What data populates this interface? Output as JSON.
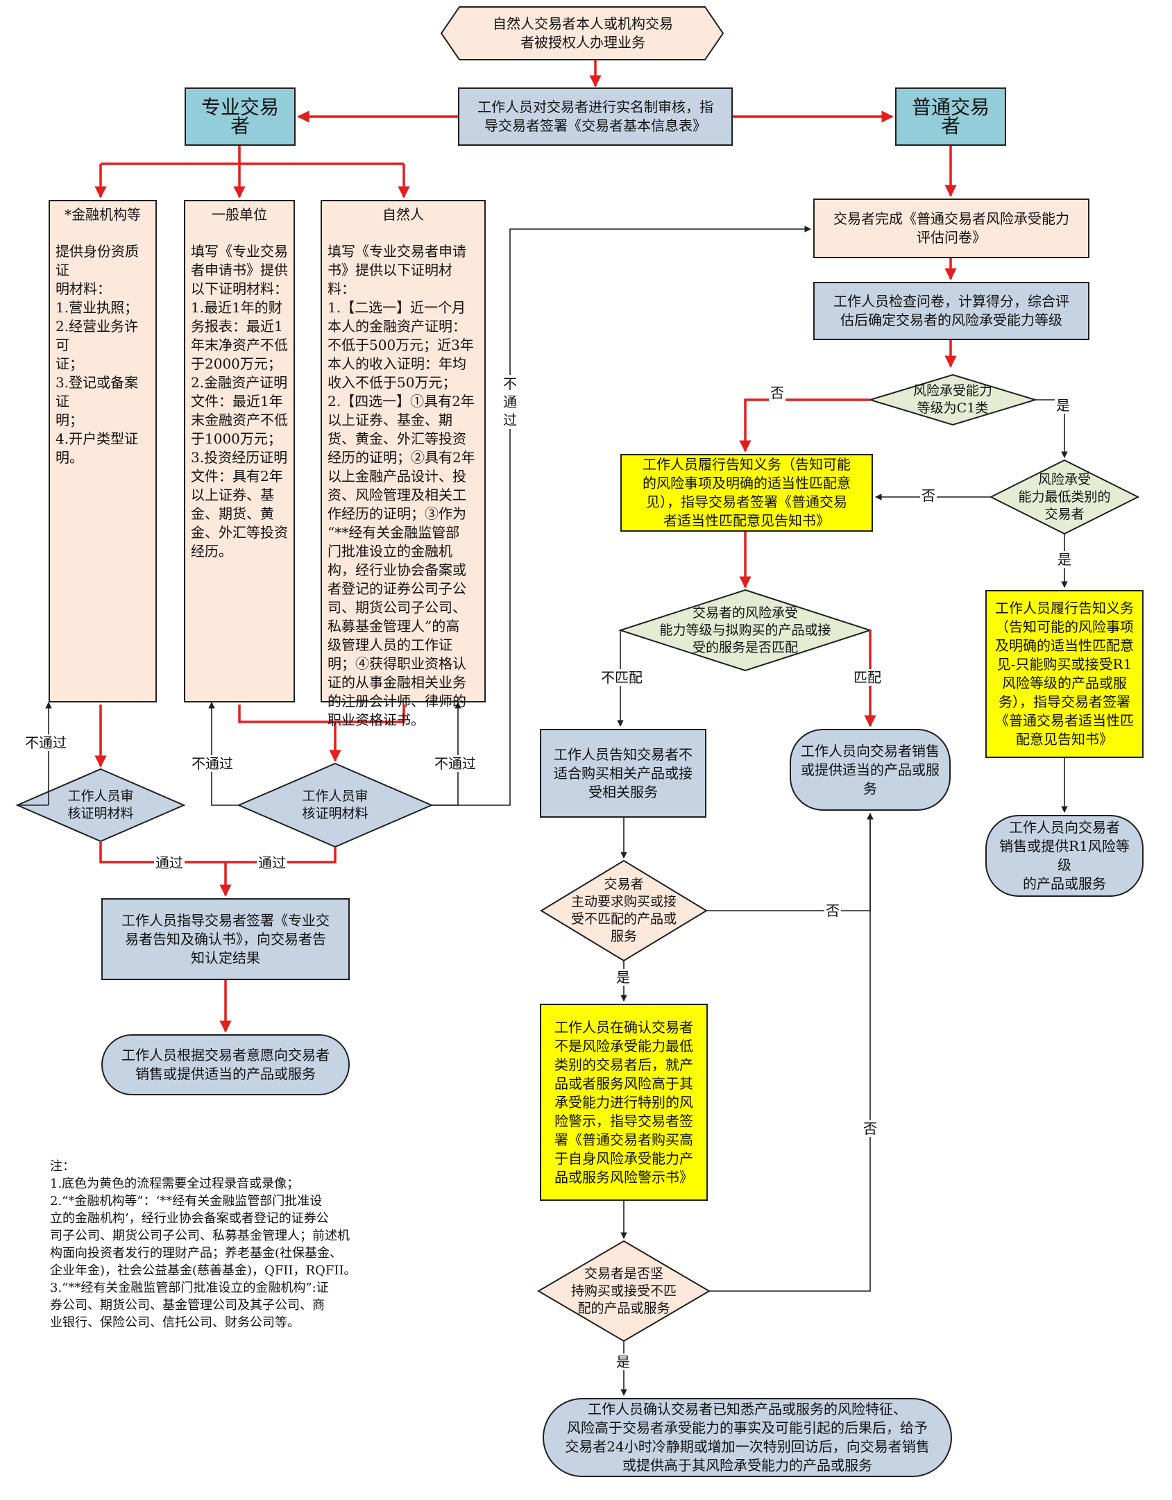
{
  "start": "自然人交易者本人或机构交易\n者被授权人办理业务",
  "verify": "工作人员对交易者进行实名制审核，指\n导交易者签署《交易者基本信息表》",
  "professional": "专业交易者",
  "ordinary": "普通交易者",
  "col_fin": {
    "title": "*金融机构等",
    "body": "提供身份资质证\n明材料：\n1.营业执照；\n2.经营业务许可\n证；\n3.登记或备案证\n明；\n4.开户类型证\n明。"
  },
  "col_gen": {
    "title": "一般单位",
    "body": "填写《专业交易\n者申请书》提供\n以下证明材料：\n1.最近1年的财\n务报表：最近1\n年末净资产不低\n于2000万元；\n2.金融资产证明\n文件：最近1年\n末金融资产不低\n于1000万元；\n3.投资经历证明\n文件：具有2年\n以上证券、基\n金、期货、黄\n金、外汇等投资\n经历。"
  },
  "col_nat": {
    "title": "自然人",
    "body": "填写《专业交易者申请\n书》提供以下证明材料：\n1.【二选一】近一个月\n本人的金融资产证明：\n不低于500万元；近3年\n本人的收入证明：年均\n收入不低于50万元；\n2.【四选一】①具有2年\n以上证券、基金、期\n货、黄金、外汇等投资\n经历的证明；②具有2年\n以上金融产品设计、投\n资、风险管理及相关工\n作经历的证明；③作为\n“**经有关金融监管部\n门批准设立的金融机\n构，经行业协会备案或\n者登记的证券公司子公\n司、期货公司子公司、\n私募基金管理人”的高\n级管理人员的工作证\n明；④获得职业资格认\n证的从事金融相关业务\n的注册会计师、律师的\n职业资格证书。"
  },
  "review1": "工作人员审\n核证明材料",
  "review2": "工作人员审\n核证明材料",
  "confirm_book": "工作人员指导交易者签署《专业交\n易者告知及确认书》，向交易者告\n知认定结果",
  "end_prof": "工作人员根据交易者意愿向交易者\n销售或提供适当的产品或服务",
  "questionnaire": "交易者完成《普通交易者风险承受能力\n评估问卷》",
  "grade": "工作人员检查问卷，计算得分，综合评\n估后确定交易者的风险承受能力等级",
  "d_c1": "风险承受能力\n等级为C1类",
  "d_lowest": "风险承受\n能力最低类别的\n交易者",
  "notify_match": "工作人员履行告知义务（告知可能\n的风险事项及明确的适当性匹配意\n见），指导交易者签署《普通交易\n者适当性匹配意见告知书》",
  "notify_r1": "工作人员履行告知义务\n（告知可能的风险事项\n及明确的适当性匹配意\n见-只能购买或接受R1\n风险等级的产品或服\n务），指导交易者签署\n《普通交易者适当性匹\n配意见告知书》",
  "end_r1": "工作人员向交易者\n销售或提供R1风险等级\n的产品或服务",
  "d_match": "交易者的风险承受\n能力等级与拟购买的产品或接\n受的服务是否匹配",
  "not_suitable": "工作人员告知交易者不\n适合购买相关产品或接\n受相关服务",
  "end_suitable": "工作人员向交易者销售\n或提供适当的产品或服\n务",
  "d_active": "交易者\n主动要求购买或接\n受不匹配的产品或\n服务",
  "warn": "工作人员在确认交易者\n不是风险承受能力最低\n类别的交易者后，就产\n品或者服务风险高于其\n承受能力进行特别的风\n险警示，指导交易者签\n署《普通交易者购买高\n于自身风险承受能力产\n品或服务风险警示书》",
  "d_insist": "交易者是否坚\n持购买或接受不匹\n配的产品或服务",
  "end_final": "工作人员确认交易者已知悉产品或服务的风险特征、\n风险高于交易者承受能力的事实及可能引起的后果后，给予\n交易者24小时冷静期或增加一次特别回访后，向交易者销售\n或提供高于其风险承受能力的产品或服务",
  "labels": {
    "fail": "不通过",
    "fail_v": "不通过",
    "pass": "通过",
    "no": "否",
    "yes": "是",
    "mismatch": "不匹配",
    "match": "匹配"
  },
  "notes": "注：\n1.底色为黄色的流程需要全过程录音或录像；\n2.“*金融机构等”：‘**经有关金融监管部门批准设\n立的金融机构’，经行业协会备案或者登记的证券公\n司子公司、期货公司子公司、私募基金管理人；前述机\n构面向投资者发行的理财产品；养老基金(社保基金、\n企业年金)，社会公益基金(慈善基金)，QFII，RQFII。\n3.“**经有关金融监管部门批准设立的金融机构”:证\n券公司、期货公司、基金管理公司及其子公司、商\n业银行、保险公司、信托公司、财务公司等。",
  "colors": {
    "red_arrow": "#e41e1e",
    "black_arrow": "#1f1f1f",
    "blue": "#c6d3e3",
    "peach": "#fde9dc",
    "teal": "#92cdd9",
    "yellow": "#ffff00",
    "diamond_green": "#e4ecd4"
  }
}
